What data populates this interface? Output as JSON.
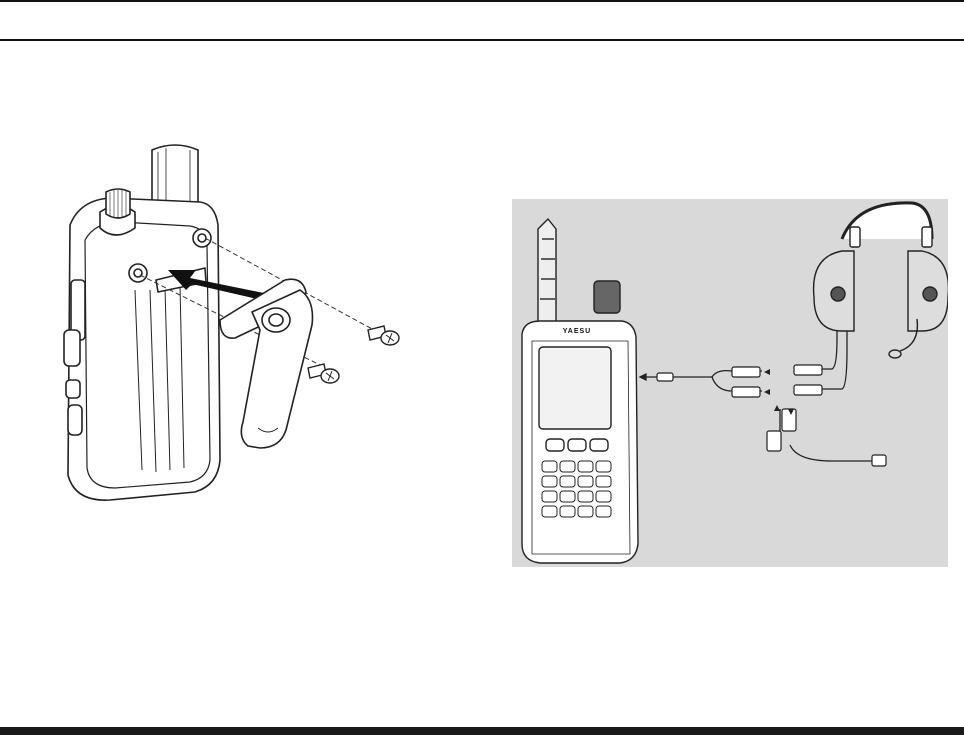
{
  "figures": {
    "belt_clip": {
      "label": "belt-clip-installation-figure"
    },
    "headset": {
      "label": "headset-connection-figure",
      "brand_text": "YAESU",
      "background": "#d9d9d9"
    }
  },
  "colors": {
    "rule": "#111111",
    "footer": "#1a1a1a",
    "line": "#222222"
  }
}
